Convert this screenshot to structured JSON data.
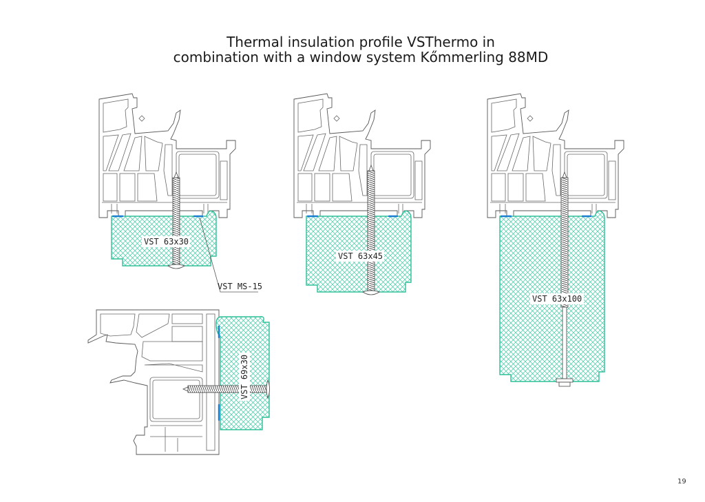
{
  "title": {
    "line1": "Thermal insulation profile VSThermo in",
    "line2": "combination with a window system Kőmmerling 88MD"
  },
  "colors": {
    "insulation": "#2ebf9a",
    "seal": "#1a7fd0",
    "profile_line": "#555555"
  },
  "details": [
    {
      "id": "detail-1",
      "profile_label": "VST 63x30",
      "accessory_label": "VST MS-15"
    },
    {
      "id": "detail-2",
      "profile_label": "VST 63x45"
    },
    {
      "id": "detail-3",
      "profile_label": "VST 63x100"
    },
    {
      "id": "detail-4",
      "profile_label": "VST 69x30"
    }
  ],
  "page_number": "19"
}
